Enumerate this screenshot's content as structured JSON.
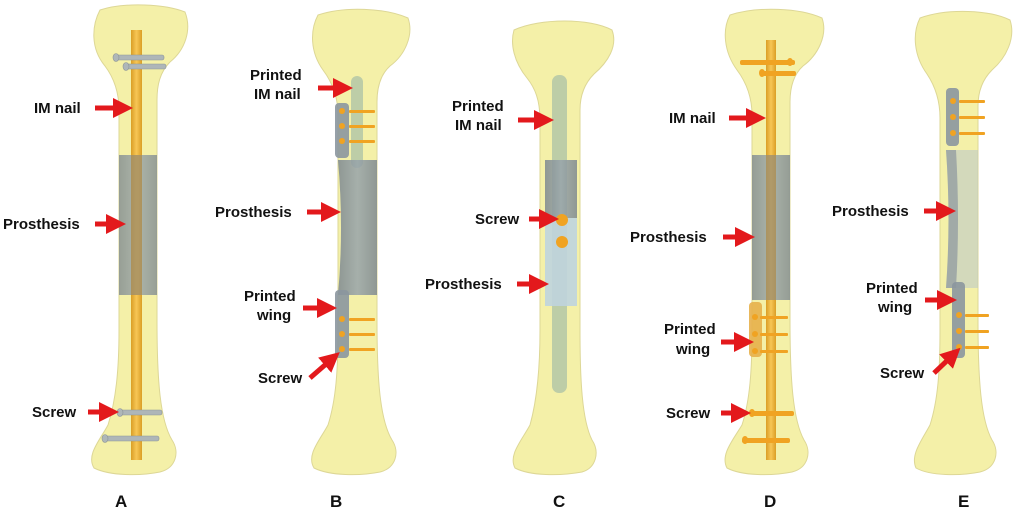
{
  "colors": {
    "bone_fill": "#f4f0a8",
    "bone_edge": "#ddd796",
    "nail": "#f2b73a",
    "printed_nail": "#b7c9a6",
    "prosthesis": "#8b969e",
    "prosthesis_light": "#bfd4de",
    "screw_gray": "#aeb6b8",
    "screw_orange": "#f0a322",
    "arrow": "#e3191c"
  },
  "panels": [
    {
      "letter": "A",
      "labels": {
        "nail": "IM nail",
        "prosthesis": "Prosthesis",
        "screw": "Screw"
      }
    },
    {
      "letter": "B",
      "labels": {
        "nail_l1": "Printed",
        "nail_l2": "IM nail",
        "prosthesis": "Prosthesis",
        "wing_l1": "Printed",
        "wing_l2": "wing",
        "screw": "Screw"
      }
    },
    {
      "letter": "C",
      "labels": {
        "nail_l1": "Printed",
        "nail_l2": "IM nail",
        "screw": "Screw",
        "prosthesis": "Prosthesis"
      }
    },
    {
      "letter": "D",
      "labels": {
        "nail": "IM nail",
        "prosthesis": "Prosthesis",
        "wing_l1": "Printed",
        "wing_l2": "wing",
        "screw": "Screw"
      }
    },
    {
      "letter": "E",
      "labels": {
        "prosthesis": "Prosthesis",
        "wing_l1": "Printed",
        "wing_l2": "wing",
        "screw": "Screw"
      }
    }
  ]
}
